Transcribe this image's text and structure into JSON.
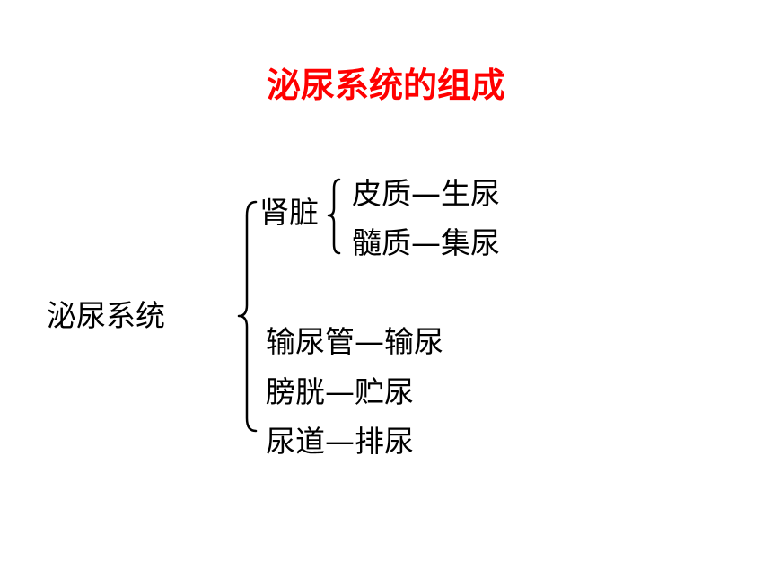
{
  "title": "泌尿系统的组成",
  "colors": {
    "title": "#ff0000",
    "text": "#000000"
  },
  "root": {
    "label": "泌尿系统"
  },
  "kidney": {
    "label": "肾脏",
    "children": [
      {
        "label": "皮质—生尿"
      },
      {
        "label": "髓质—集尿"
      }
    ]
  },
  "organs": [
    {
      "label": "输尿管—输尿"
    },
    {
      "label": "膀胱—贮尿"
    },
    {
      "label": "尿道—排尿"
    }
  ]
}
